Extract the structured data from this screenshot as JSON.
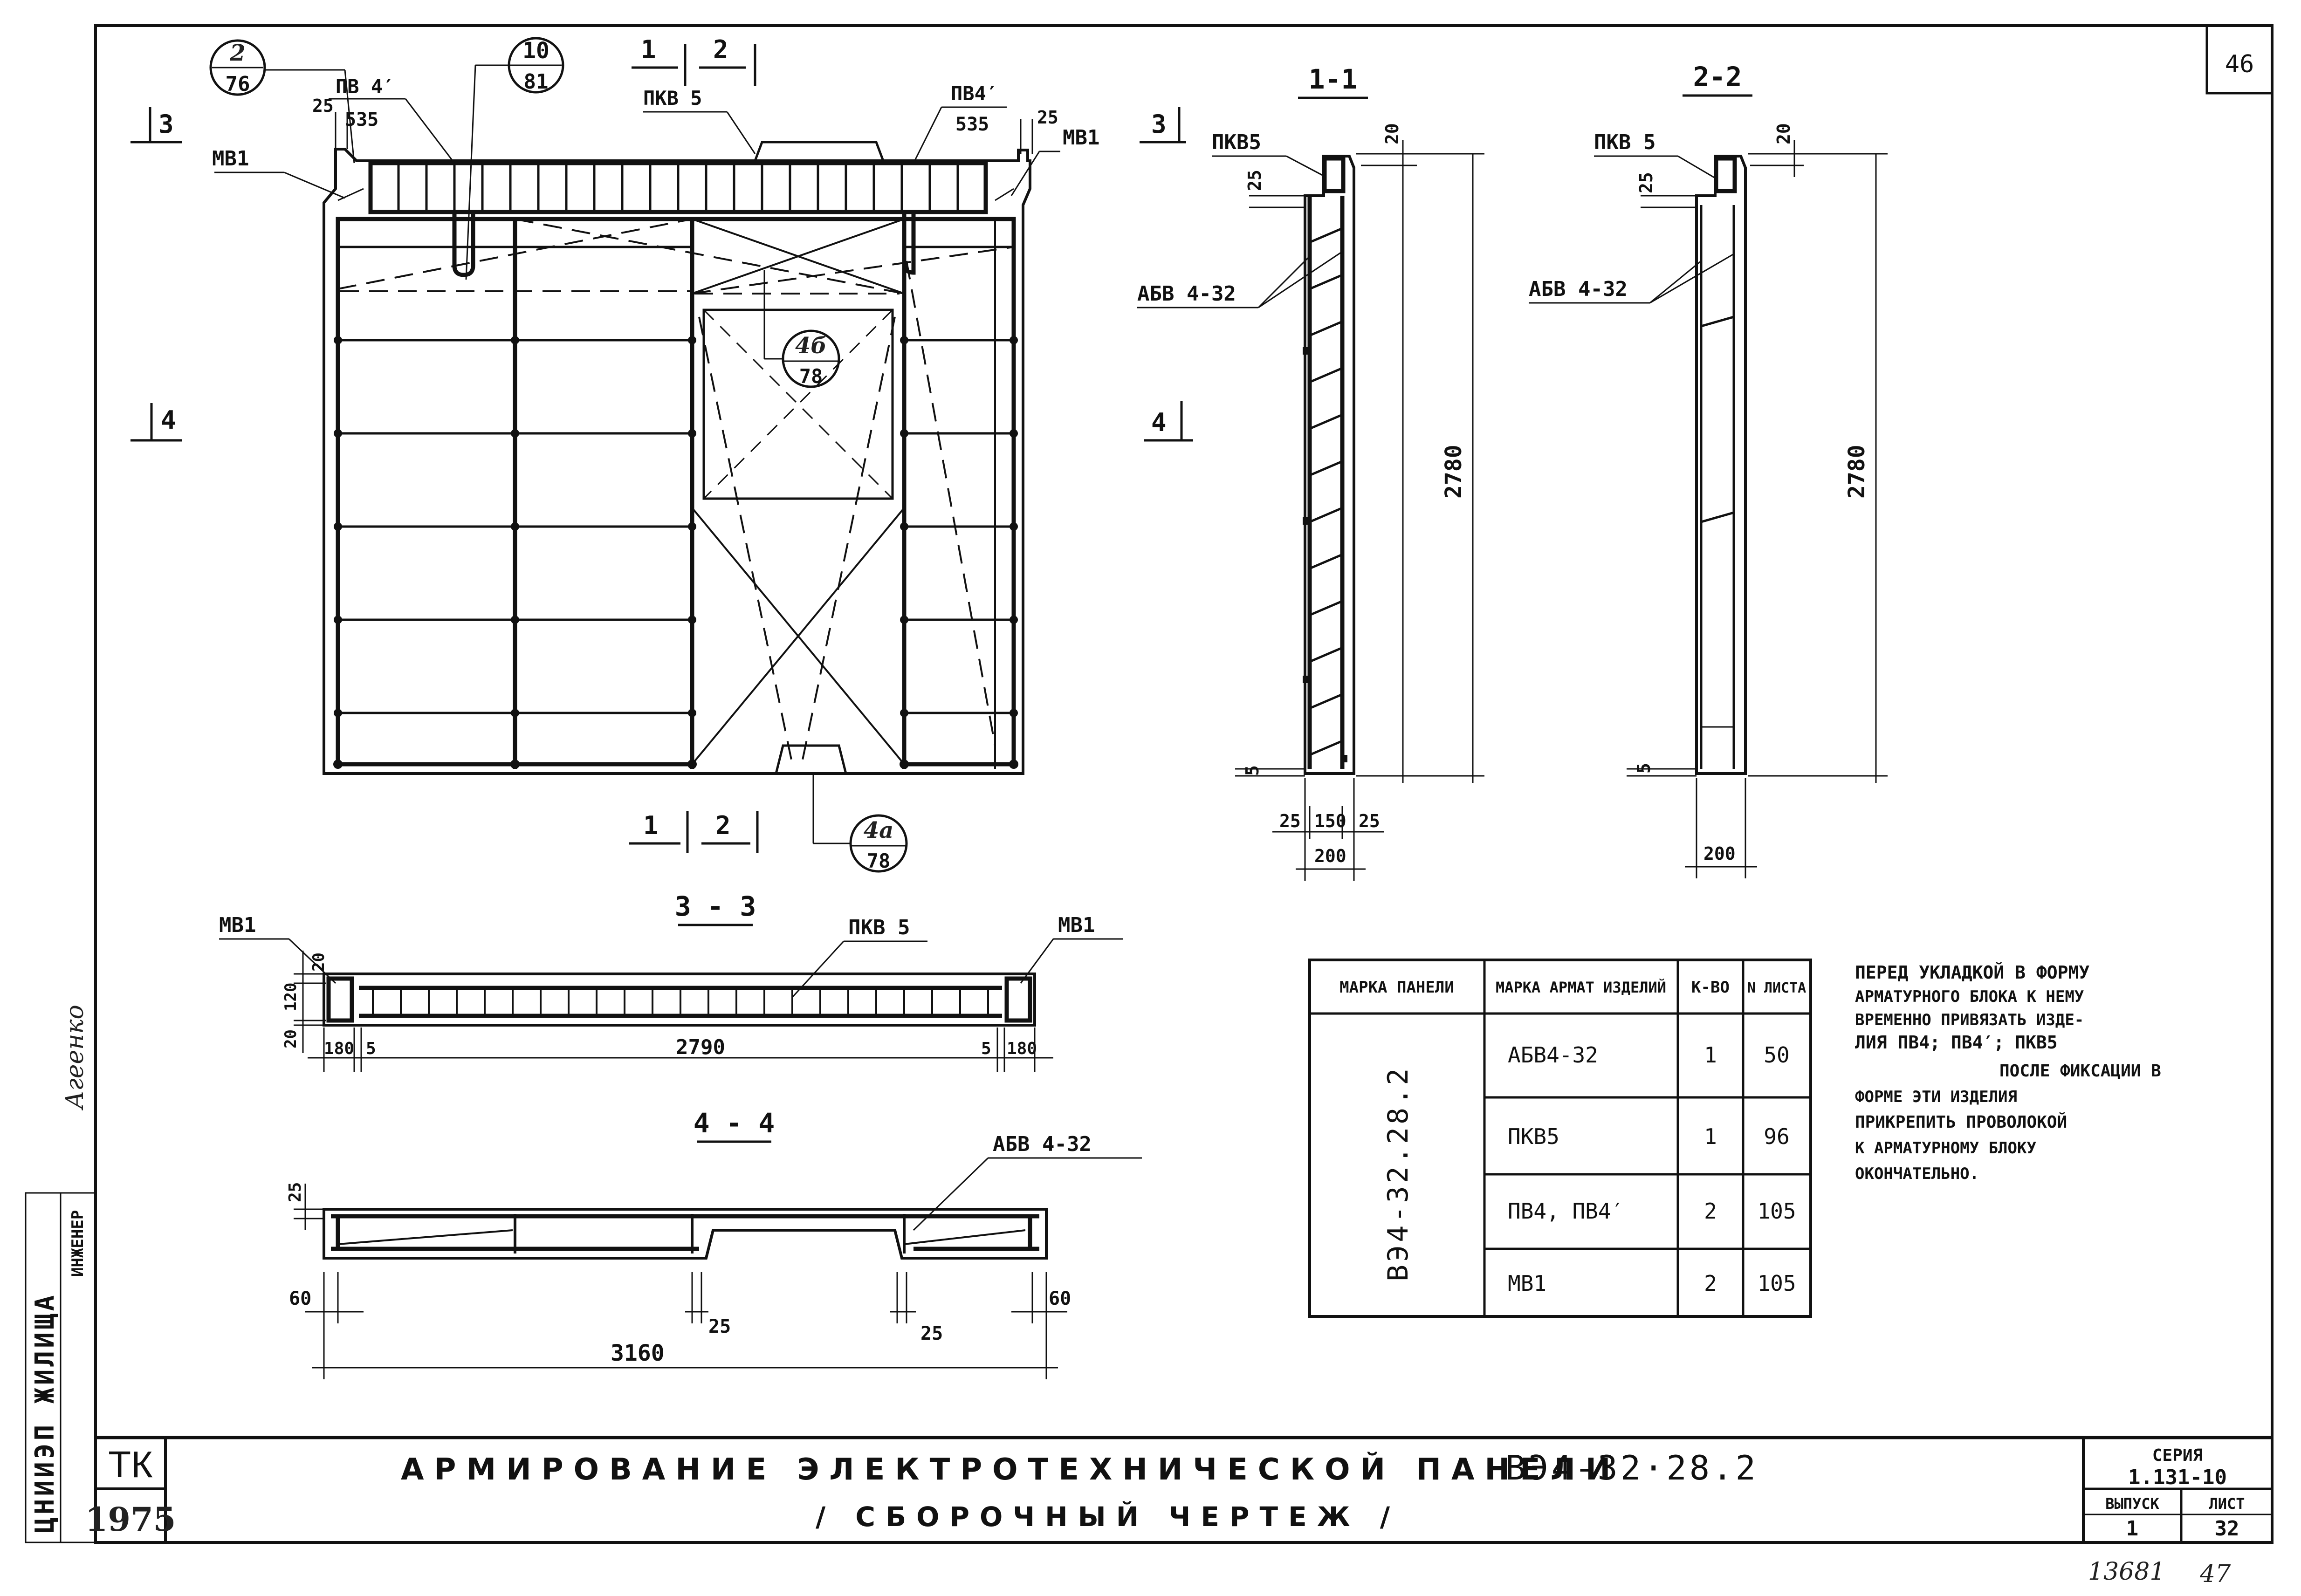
{
  "sheet_corner_number": "46",
  "front_view": {
    "callout_2_76": {
      "top": "2",
      "bottom": "76"
    },
    "callout_10_81": {
      "top": "10",
      "bottom": "81"
    },
    "callout_4b_78": {
      "top": "4б",
      "bottom": "78"
    },
    "callout_4a_78": {
      "top": "4а",
      "bottom": "78"
    },
    "label_pv4": "ПВ 4′",
    "label_pv4_dim": "535",
    "label_pv4_right": "ПВ4′",
    "label_pv4_right_dim": "535",
    "label_pkv5": "ПКВ 5",
    "label_mv1_left": "МВ1",
    "label_mv1_right": "МВ1",
    "dim_25_left": "25",
    "dim_25_right": "25",
    "cut_3": "3",
    "cut_4": "4",
    "cut_1_top": "1",
    "cut_2_top": "2",
    "cut_1_bottom": "1",
    "cut_2_bottom": "2"
  },
  "section_1_1": {
    "title": "1-1",
    "cut_3": "3",
    "cut_4": "4",
    "label_pkv5": "ПКВ5",
    "label_abv": "АБВ 4-32",
    "dim_20": "20",
    "dim_25": "25",
    "dim_height": "2780",
    "dim_5": "5",
    "dim_25a": "25",
    "dim_150": "150",
    "dim_25b": "25",
    "dim_200": "200"
  },
  "section_2_2": {
    "title": "2-2",
    "label_pkv5": "ПКВ 5",
    "label_abv": "АБВ 4-32",
    "dim_20": "20",
    "dim_25": "25",
    "dim_height": "2780",
    "dim_5": "5",
    "dim_200": "200"
  },
  "section_3_3": {
    "title": "3 - 3",
    "label_mv1_left": "МВ1",
    "label_mv1_right": "МВ1",
    "label_pkv5": "ПКВ 5",
    "dim_20_top": "20",
    "dim_120": "120",
    "dim_20_bot": "20",
    "dim_180_left": "180",
    "dim_5_left": "5",
    "dim_2790": "2790",
    "dim_5_right": "5",
    "dim_180_right": "180"
  },
  "section_4_4": {
    "title": "4 - 4",
    "label_abv": "АБВ 4-32",
    "dim_25_top": "25",
    "dim_60_left": "60",
    "dim_25_mid_left": "25",
    "dim_25_mid_right": "25",
    "dim_60_right": "60",
    "dim_3160": "3160"
  },
  "spec_table": {
    "headers": [
      "МАРКА ПАНЕЛИ",
      "МАРКА АРМАТ ИЗДЕЛИЙ",
      "К-ВО",
      "N ЛИСТА"
    ],
    "panel_mark": "ВЭ4-32.28.2",
    "rows": [
      {
        "item": "АБВ4-32",
        "qty": "1",
        "sheet": "50"
      },
      {
        "item": "ПКВ5",
        "qty": "1",
        "sheet": "96"
      },
      {
        "item": "ПВ4, ПВ4′",
        "qty": "2",
        "sheet": "105"
      },
      {
        "item": "МВ1",
        "qty": "2",
        "sheet": "105"
      }
    ]
  },
  "note_lines": [
    "ПЕРЕД УКЛАДКОЙ В ФОРМУ",
    "АРМАТУРНОГО БЛОКА К НЕМУ",
    "ВРЕМЕННО ПРИВЯЗАТЬ ИЗДЕ-",
    "ЛИЯ ПВ4; ПВ4′; ПКВ5",
    "ПОСЛЕ ФИКСАЦИИ В",
    "ФОРМЕ ЭТИ ИЗДЕЛИЯ",
    "ПРИКРЕПИТЬ ПРОВОЛОКОЙ",
    "К АРМАТУРНОМУ БЛОКУ",
    "ОКОНЧАТЕЛЬНО."
  ],
  "title_block": {
    "org_tk": "ТК",
    "year": "1975",
    "title_line1": "АРМИРОВАНИЕ ЭЛЕКТРОТЕХНИЧЕСКОЙ ПАНЕЛИ",
    "title_mark": "ВЭ4-32·28.2",
    "title_line2": "/ СБОРОЧНЫЙ ЧЕРТЕЖ /",
    "series_label": "СЕРИЯ",
    "series_value": "1.131-10",
    "issue_label": "ВЫПУСК",
    "issue_value": "1",
    "sheet_label": "ЛИСТ",
    "sheet_value": "32",
    "bottom_number": "13681",
    "bottom_sheet": "47"
  },
  "side_stamp": {
    "org": "ЦНИИЭП ЖИЛИЩА",
    "role": "ИНЖЕНЕР",
    "signature": "Агеенко"
  }
}
